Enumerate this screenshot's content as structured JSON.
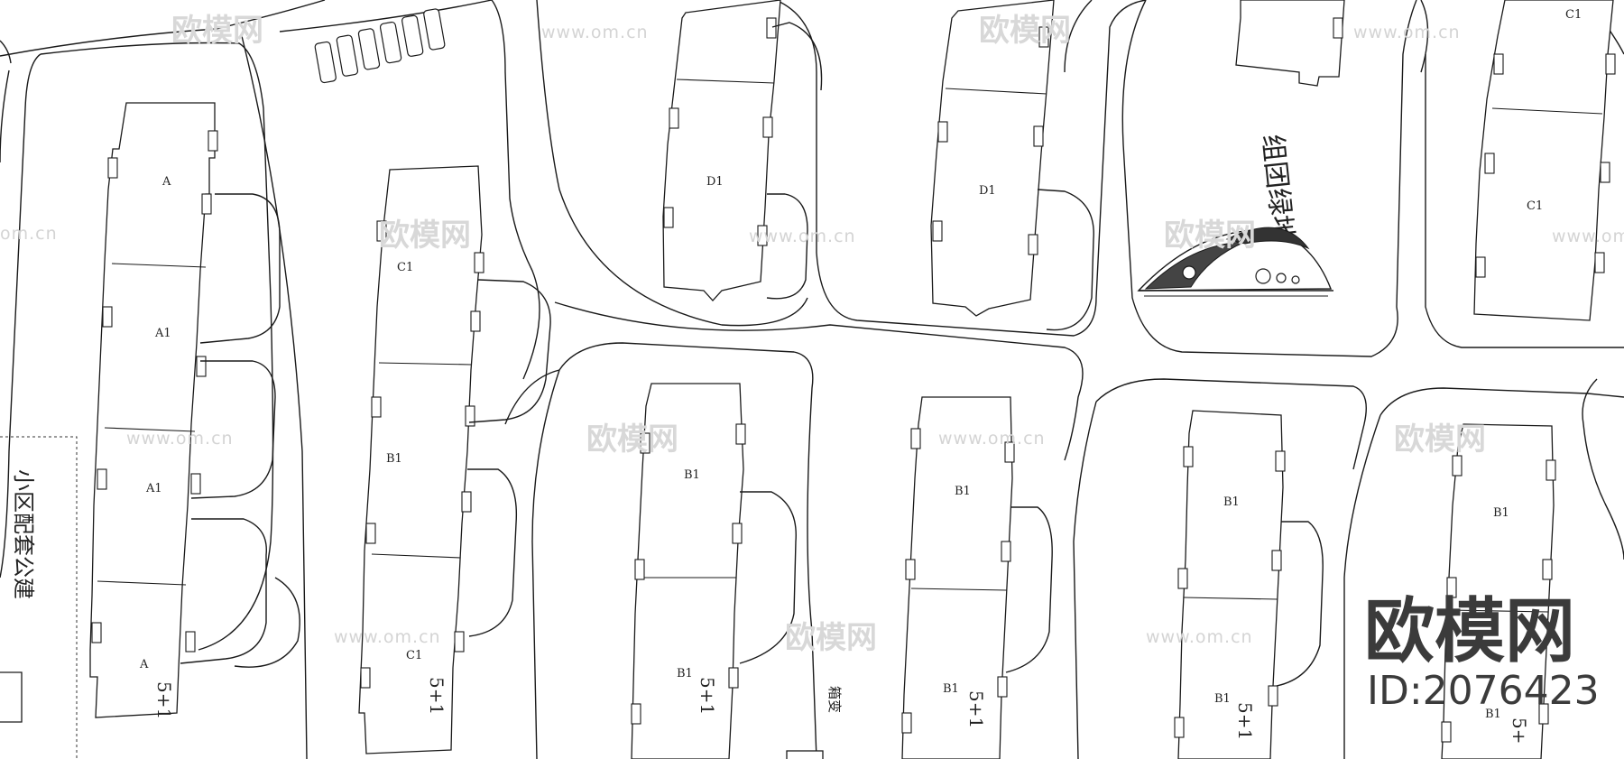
{
  "buildings": {
    "col1": {
      "units": [
        "A",
        "A1",
        "A1",
        "A"
      ],
      "floors": "5+1"
    },
    "col2": {
      "units": [
        "C1",
        "B1",
        "C1"
      ],
      "floors": "5+1"
    },
    "top3": {
      "units": [
        "D1"
      ]
    },
    "top4": {
      "units": [
        "D1"
      ]
    },
    "top6": {
      "units": [
        "C1",
        "C1"
      ]
    },
    "bot3": {
      "units": [
        "B1",
        "B1"
      ],
      "floors": "5+1"
    },
    "bot4": {
      "units": [
        "B1",
        "B1"
      ],
      "floors": "5+1"
    },
    "bot5": {
      "units": [
        "B1",
        "B1"
      ],
      "floors": "5+1"
    },
    "bot6": {
      "units": [
        "B1",
        "B1"
      ],
      "floors": "5+"
    }
  },
  "labels": {
    "green_space": "组团绿地",
    "left_service": "小区配套公建",
    "substation": "箱变"
  },
  "watermarks": {
    "url": "www.om.cn",
    "url_cut": "om.cn",
    "name": "欧模网"
  },
  "brand": {
    "name": "欧模网",
    "id": "ID:2076423"
  }
}
